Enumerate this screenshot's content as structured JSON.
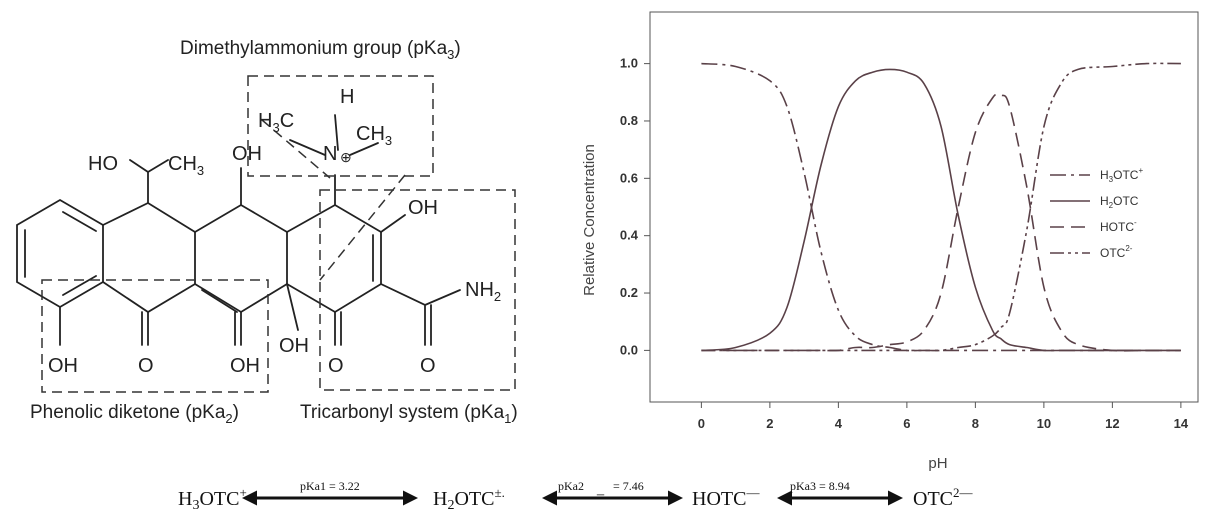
{
  "structure": {
    "group_top": "Dimethylammonium group (pKa",
    "group_top_sub": "3",
    "group_left": "Phenolic diketone (pKa",
    "group_left_sub": "2",
    "group_right": "Tricarbonyl system (pKa",
    "group_right_sub": "1",
    "atoms": {
      "h": "H",
      "h3c": "H",
      "h3c_sub": "3",
      "h3c_c": "C",
      "ch3": "CH",
      "ch3_sub": "3",
      "n": "N",
      "ho": "HO",
      "oh": "OH",
      "o": "O",
      "nh2": "NH",
      "nh2_sub": "2"
    }
  },
  "equation": {
    "s1": "H",
    "s1_sub": "3",
    "s1_main": "OTC",
    "s1_sup": "+",
    "k1": "pKa1 = 3.22",
    "s2": "H",
    "s2_sub": "2",
    "s2_main": "OTC",
    "s2_sup": "±.",
    "k2a": "pKa2",
    "k2b": "= 7.46",
    "s3": "HOTC",
    "s3_sup": "—",
    "k3": "pKa3 = 8.94",
    "s4": "OTC",
    "s4_sup": "2—"
  },
  "chart_data": {
    "type": "line",
    "xlabel": "pH",
    "ylabel": "Relative Concentration",
    "xlim": [
      -1.5,
      14.5
    ],
    "ylim": [
      -0.18,
      1.18
    ],
    "xticks": [
      "0",
      "2",
      "4",
      "6",
      "8",
      "10",
      "12",
      "14"
    ],
    "yticks": [
      "0.0",
      "0.2",
      "0.4",
      "0.6",
      "0.8",
      "1.0"
    ],
    "grid": false,
    "legend_position": "right",
    "x": [
      0,
      1,
      2,
      2.5,
      3,
      3.5,
      4,
      4.5,
      5,
      5.5,
      6,
      6.5,
      7,
      7.5,
      8,
      8.5,
      8.75,
      9,
      9.5,
      10,
      10.5,
      11,
      12,
      13,
      14
    ],
    "series": [
      {
        "name_main": "H",
        "name_sub": "3",
        "name_rest": "OTC",
        "name_sup": "+",
        "style": "dashdot",
        "values": [
          1.0,
          0.99,
          0.94,
          0.85,
          0.62,
          0.34,
          0.14,
          0.05,
          0.02,
          0.01,
          0.0,
          0.0,
          0.0,
          0.0,
          0.0,
          0.0,
          0.0,
          0.0,
          0.0,
          0.0,
          0.0,
          0.0,
          0.0,
          0.0,
          0.0
        ]
      },
      {
        "name_main": "H",
        "name_sub": "2",
        "name_rest": "OTC",
        "name_sup": "",
        "style": "solid",
        "values": [
          0.0,
          0.01,
          0.06,
          0.15,
          0.38,
          0.65,
          0.85,
          0.94,
          0.97,
          0.98,
          0.97,
          0.93,
          0.78,
          0.47,
          0.22,
          0.07,
          0.04,
          0.02,
          0.01,
          0.0,
          0.0,
          0.0,
          0.0,
          0.0,
          0.0
        ]
      },
      {
        "name_main": "HOTC",
        "name_sub": "",
        "name_rest": "",
        "name_sup": "-",
        "style": "dashed",
        "values": [
          0.0,
          0.0,
          0.0,
          0.0,
          0.0,
          0.0,
          0.0,
          0.01,
          0.01,
          0.02,
          0.03,
          0.07,
          0.2,
          0.5,
          0.76,
          0.88,
          0.89,
          0.85,
          0.57,
          0.22,
          0.07,
          0.02,
          0.0,
          0.0,
          0.0
        ]
      },
      {
        "name_main": "OTC",
        "name_sub": "",
        "name_rest": "",
        "name_sup": "2-",
        "style": "dashdotdot",
        "values": [
          0.0,
          0.0,
          0.0,
          0.0,
          0.0,
          0.0,
          0.0,
          0.0,
          0.0,
          0.0,
          0.0,
          0.0,
          0.0,
          0.01,
          0.02,
          0.05,
          0.08,
          0.13,
          0.42,
          0.78,
          0.93,
          0.98,
          0.99,
          1.0,
          1.0
        ]
      }
    ]
  }
}
